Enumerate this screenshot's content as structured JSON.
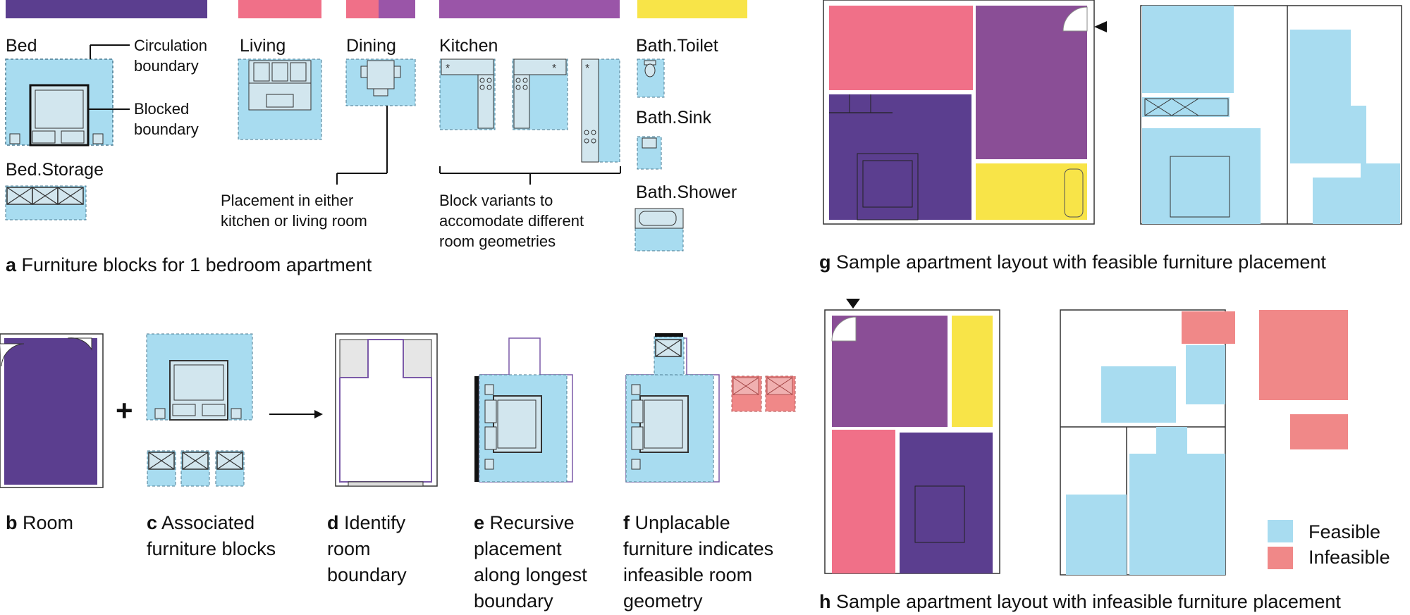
{
  "colors": {
    "bed": "#5b3e8f",
    "living": "#f07088",
    "kitchen": "#9a55a8",
    "bath": "#f8e448",
    "feasible": "#a8dcf0",
    "infeasible": "#f08888",
    "furniture": "#d2e6ee"
  },
  "panel_a": {
    "bed": "Bed",
    "bed_storage": "Bed.Storage",
    "circulation": "Circulation\nboundary",
    "blocked": "Blocked\nboundary",
    "living": "Living",
    "dining": "Dining",
    "dining_note": "Placement in either\nkitchen or living room",
    "kitchen": "Kitchen",
    "kitchen_note": "Block variants to\naccomodate different\nroom geometries",
    "bath_toilet": "Bath.Toilet",
    "bath_sink": "Bath.Sink",
    "bath_shower": "Bath.Shower",
    "caption_letter": "a",
    "caption": "Furniture blocks for 1 bedroom apartment"
  },
  "panel_b": {
    "letter": "b",
    "caption": "Room"
  },
  "panel_c": {
    "letter": "c",
    "caption": "Associated\nfurniture blocks"
  },
  "panel_d": {
    "letter": "d",
    "caption": "Identify\nroom\nboundary"
  },
  "panel_e": {
    "letter": "e",
    "caption": "Recursive\nplacement\nalong longest\nboundary"
  },
  "panel_f": {
    "letter": "f",
    "caption": "Unplacable\nfurniture indicates\ninfeasible room\ngeometry"
  },
  "panel_g": {
    "letter": "g",
    "caption": "Sample apartment layout with feasible furniture placement"
  },
  "panel_h": {
    "letter": "h",
    "caption": "Sample apartment layout with infeasible furniture placement"
  },
  "legend": {
    "feasible": "Feasible",
    "infeasible": "Infeasible"
  },
  "plus_sign": "+"
}
